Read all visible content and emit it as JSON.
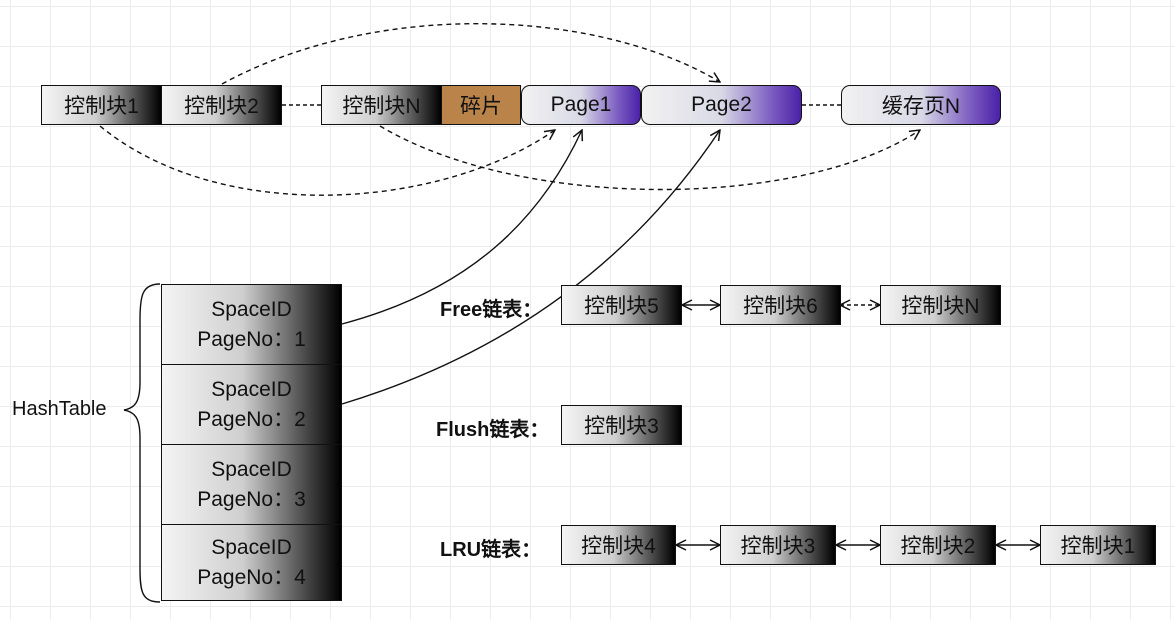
{
  "buffer_pool": {
    "ctrl1": "控制块1",
    "ctrl2": "控制块2",
    "ctrlN": "控制块N",
    "fragment": "碎片",
    "page1": "Page1",
    "page2": "Page2",
    "cacheN": "缓存页N"
  },
  "hashtable": {
    "label": "HashTable",
    "rows": [
      {
        "line1": "SpaceID",
        "line2": "PageNo：1"
      },
      {
        "line1": "SpaceID",
        "line2": "PageNo：2"
      },
      {
        "line1": "SpaceID",
        "line2": "PageNo：3"
      },
      {
        "line1": "SpaceID",
        "line2": "PageNo：4"
      }
    ]
  },
  "free_list": {
    "label": "Free链表：",
    "items": [
      "控制块5",
      "控制块6",
      "控制块N"
    ]
  },
  "flush_list": {
    "label": "Flush链表：",
    "items": [
      "控制块3"
    ]
  },
  "lru_list": {
    "label": "LRU链表：",
    "items": [
      "控制块4",
      "控制块3",
      "控制块2",
      "控制块1"
    ]
  },
  "colors": {
    "fragment": "#b9834a",
    "page_accent": "#4a21a8",
    "block_dark": "#000000"
  }
}
